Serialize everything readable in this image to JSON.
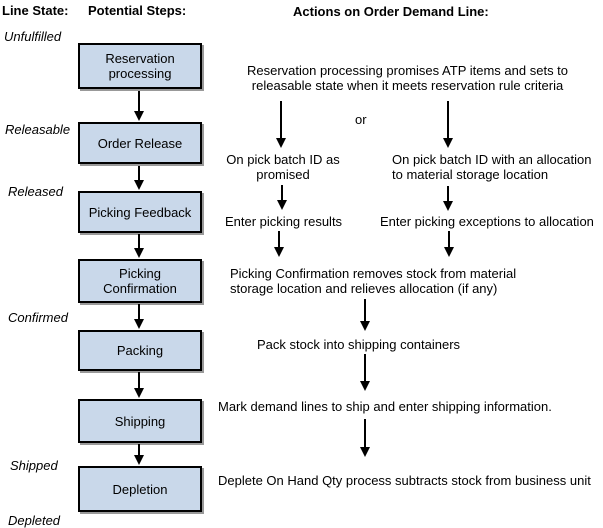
{
  "colors": {
    "box_fill": "#C9D8EA",
    "box_border": "#000000",
    "box_shadow": "#999999",
    "arrow": "#000000",
    "background": "#FFFFFF",
    "text": "#000000"
  },
  "headers": {
    "line_state": "Line State:",
    "potential_steps": "Potential Steps:",
    "actions": "Actions on Order Demand Line:"
  },
  "line_states": [
    {
      "label": "Unfulfilled"
    },
    {
      "label": "Releasable"
    },
    {
      "label": "Released"
    },
    {
      "label": "Confirmed"
    },
    {
      "label": "Shipped"
    },
    {
      "label": "Depleted"
    }
  ],
  "steps": [
    {
      "label": "Reservation processing"
    },
    {
      "label": "Order Release"
    },
    {
      "label": "Picking Feedback"
    },
    {
      "label": "Picking Confirmation"
    },
    {
      "label": "Packing"
    },
    {
      "label": "Shipping"
    },
    {
      "label": "Depletion"
    }
  ],
  "actions": {
    "reservation_note": {
      "line1": "Reservation processing promises ATP items and sets to",
      "line2": "releasable state when it meets reservation rule criteria"
    },
    "or_label": "or",
    "pick_as_promised": {
      "line1": "On pick batch ID as",
      "line2": "promised"
    },
    "pick_with_allocation": {
      "line1": "On pick batch ID with an allocation",
      "line2": "to material storage location"
    },
    "enter_picking_results": "Enter picking results",
    "enter_picking_exceptions": "Enter picking exceptions to allocation",
    "confirmation_note": {
      "line1": "Picking Confirmation removes stock from material",
      "line2": "storage location and relieves allocation (if any)"
    },
    "pack_note": "Pack stock into shipping containers",
    "ship_note": "Mark demand lines to ship and enter shipping information.",
    "deplete_note": "Deplete On Hand Qty process subtracts stock from business unit"
  }
}
